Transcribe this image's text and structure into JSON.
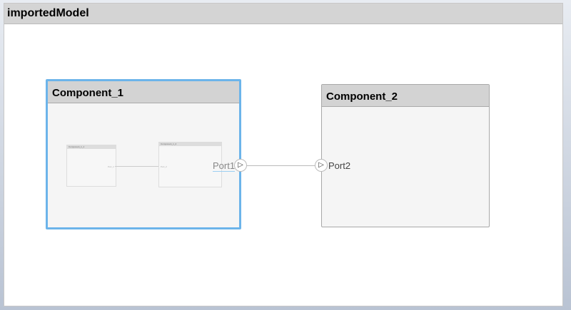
{
  "model": {
    "title": "importedModel"
  },
  "components": [
    {
      "name": "Component_1",
      "port": "Port1",
      "children": [
        {
          "name": "Component_1_1",
          "port": "Port_1"
        },
        {
          "name": "Component_1_2",
          "port": "Port_2"
        }
      ]
    },
    {
      "name": "Component_2",
      "port": "Port2"
    }
  ],
  "colors": {
    "selection": "#6cb4ea",
    "header": "#d3d3d3"
  }
}
